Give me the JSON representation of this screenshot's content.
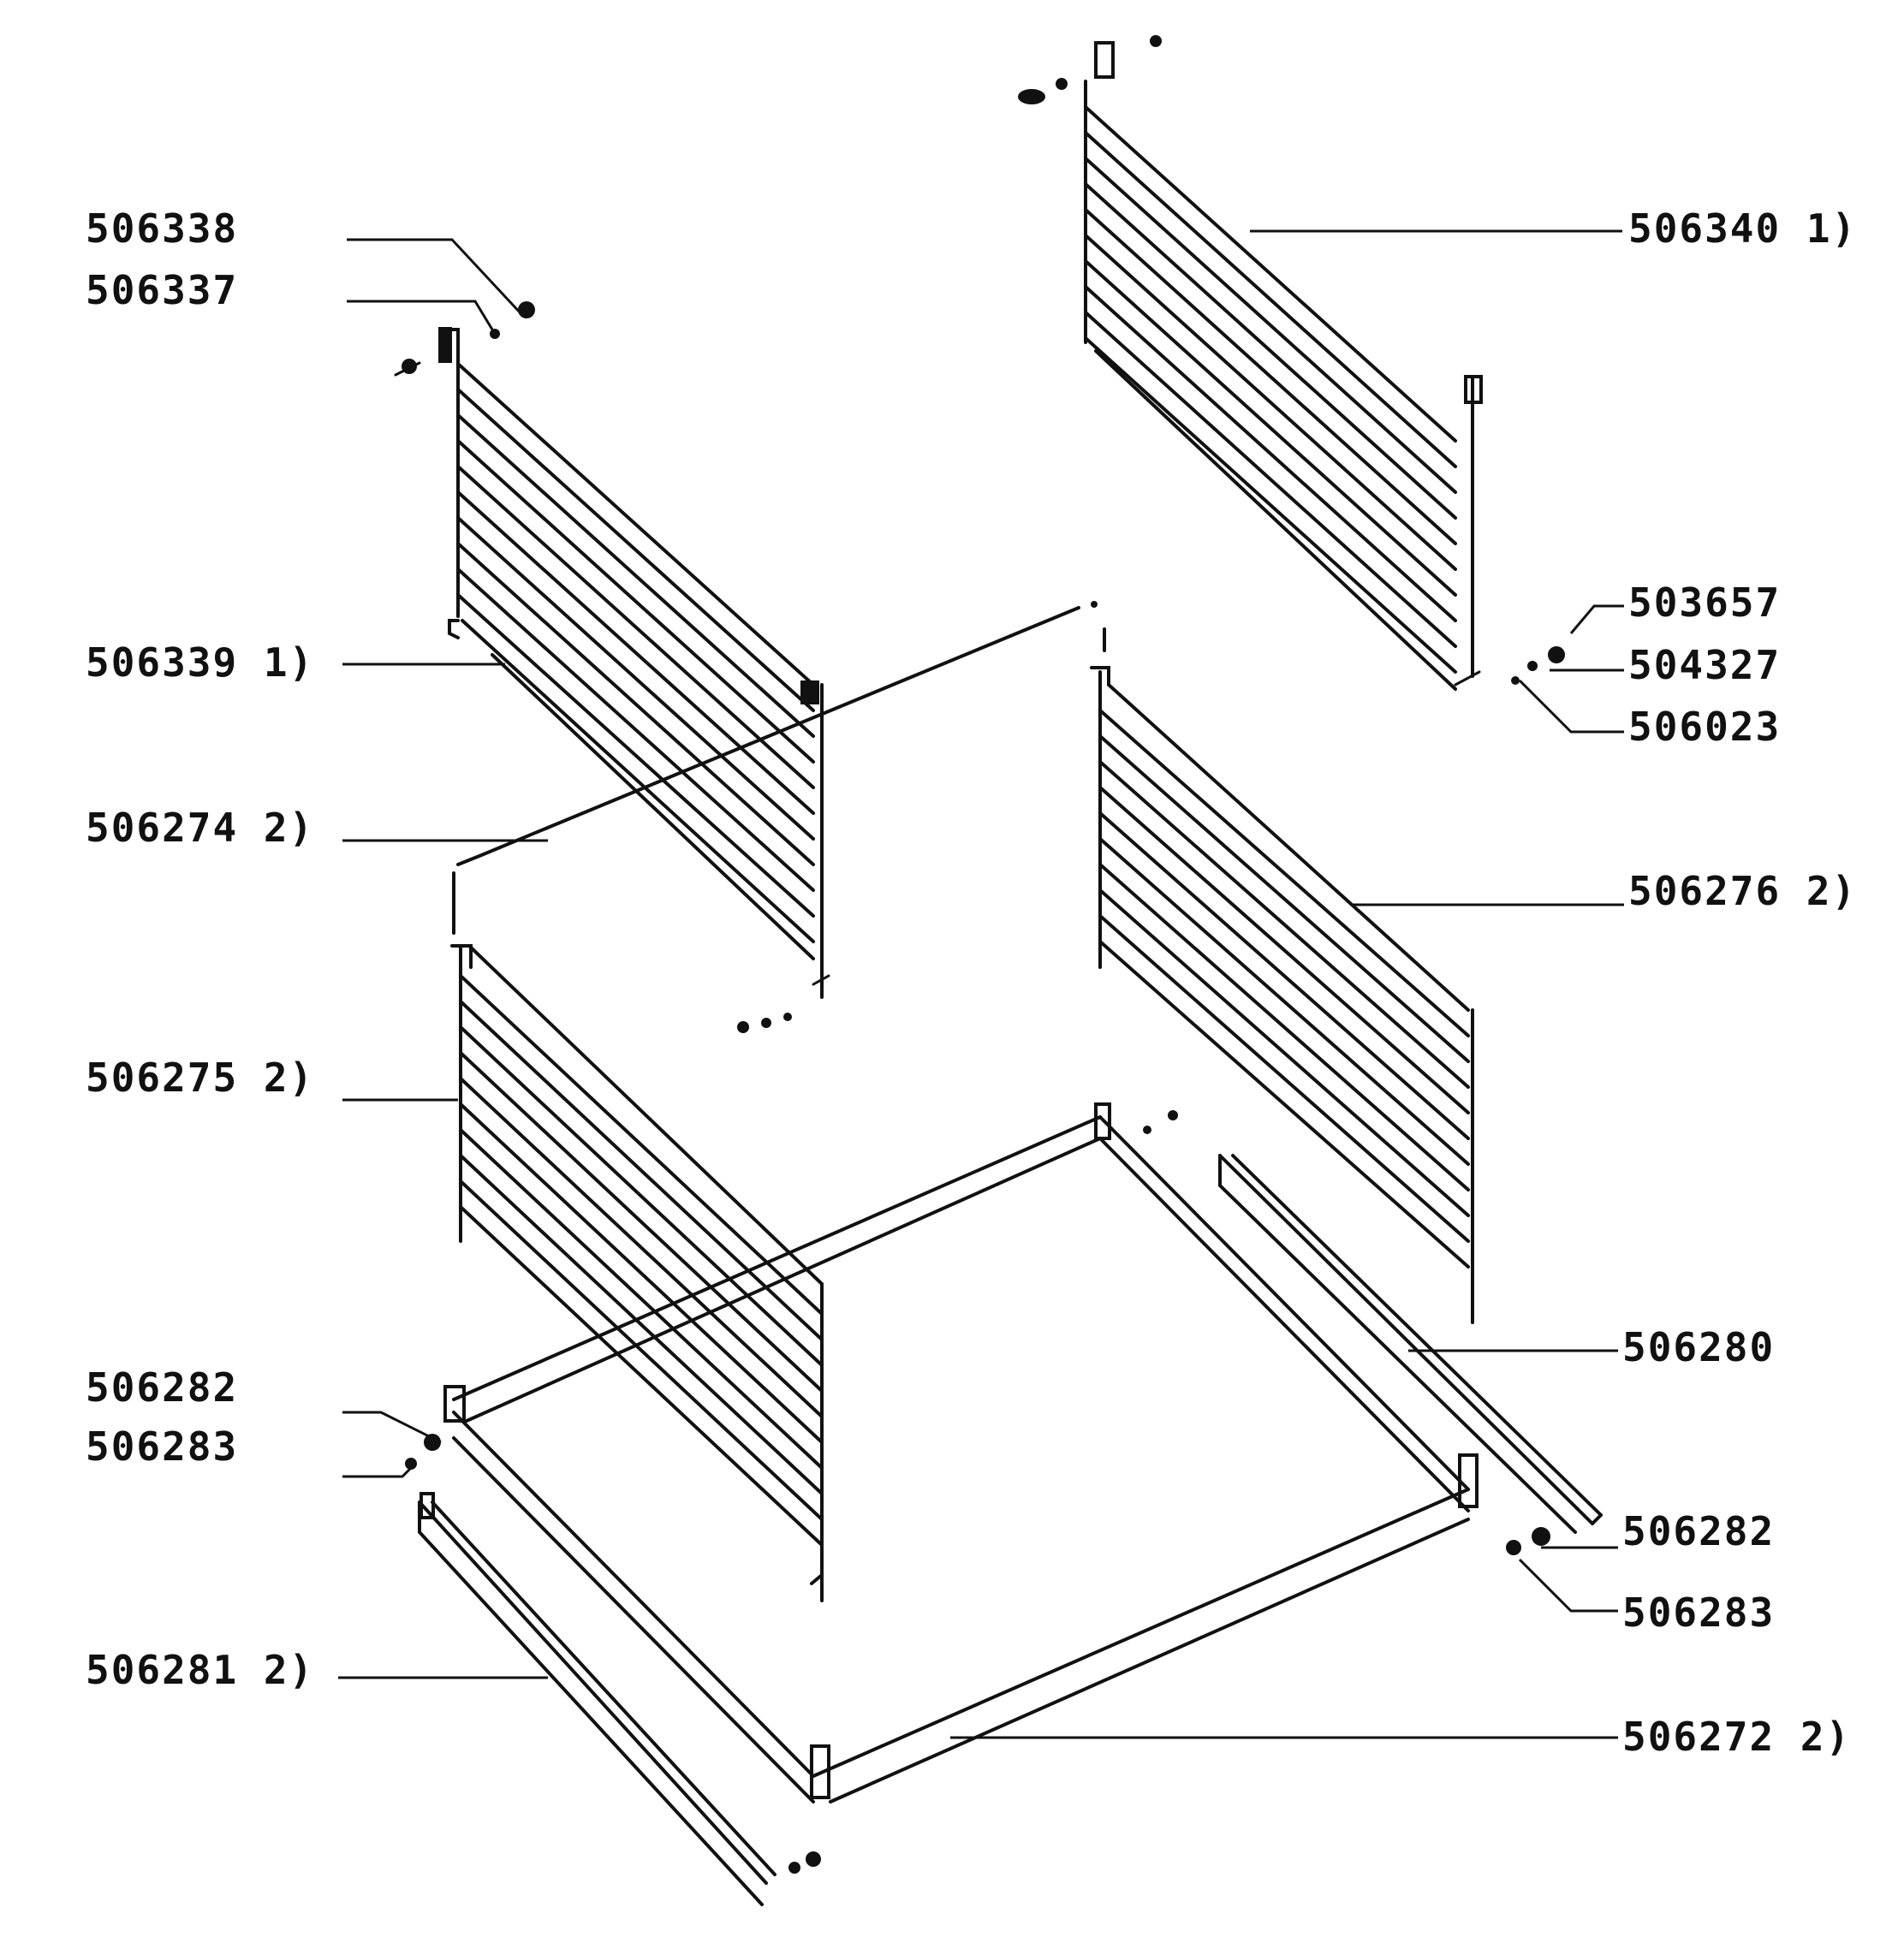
{
  "callouts": {
    "c506338": "506338",
    "c506337": "506337",
    "c506339": "506339 1)",
    "c506274": "506274 2)",
    "c506275": "506275 2)",
    "c506282_left": "506282",
    "c506283_left": "506283",
    "c506281": "506281 2)",
    "c506340": "506340 1)",
    "c503657": "503657",
    "c504327": "504327",
    "c506023": "506023",
    "c506276": "506276 2)",
    "c506280": "506280",
    "c506282_right": "506282",
    "c506283_right": "506283",
    "c506272": "506272 2)"
  }
}
